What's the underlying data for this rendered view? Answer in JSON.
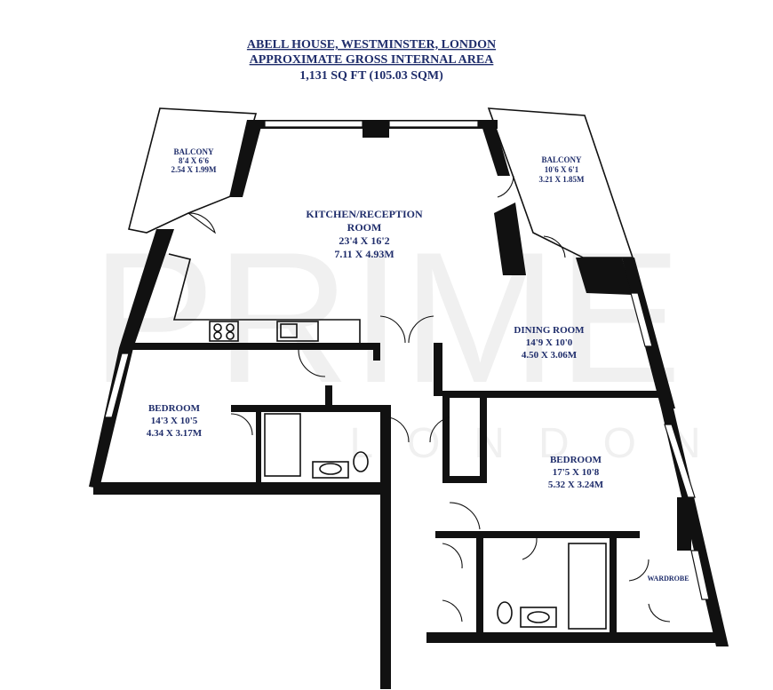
{
  "header": {
    "line1": "ABELL HOUSE, WESTMINSTER, LONDON",
    "line2": "APPROXIMATE GROSS INTERNAL AREA",
    "line3": "1,131 SQ FT (105.03 SQM)"
  },
  "watermark": {
    "main": "PRIME",
    "sub": "LONDON"
  },
  "colors": {
    "text": "#1f2d6b",
    "walls": "#111111"
  },
  "rooms": {
    "balcony_left": {
      "name": "BALCONY",
      "imperial": "8'4 X 6'6",
      "metric": "2.54 X 1.99M"
    },
    "balcony_right": {
      "name": "BALCONY",
      "imperial": "10'6 X 6'1",
      "metric": "3.21 X 1.85M"
    },
    "kitchen": {
      "name1": "KITCHEN/RECEPTION",
      "name2": "ROOM",
      "imperial": "23'4 X 16'2",
      "metric": "7.11 X 4.93M"
    },
    "dining": {
      "name": "DINING ROOM",
      "imperial": "14'9 X 10'0",
      "metric": "4.50 X 3.06M"
    },
    "bedroom_left": {
      "name": "BEDROOM",
      "imperial": "14'3 X 10'5",
      "metric": "4.34 X 3.17M"
    },
    "bedroom_right": {
      "name": "BEDROOM",
      "imperial": "17'5 X 10'8",
      "metric": "5.32 X 3.24M"
    },
    "wardrobe": {
      "name": "WARDROBE"
    }
  }
}
